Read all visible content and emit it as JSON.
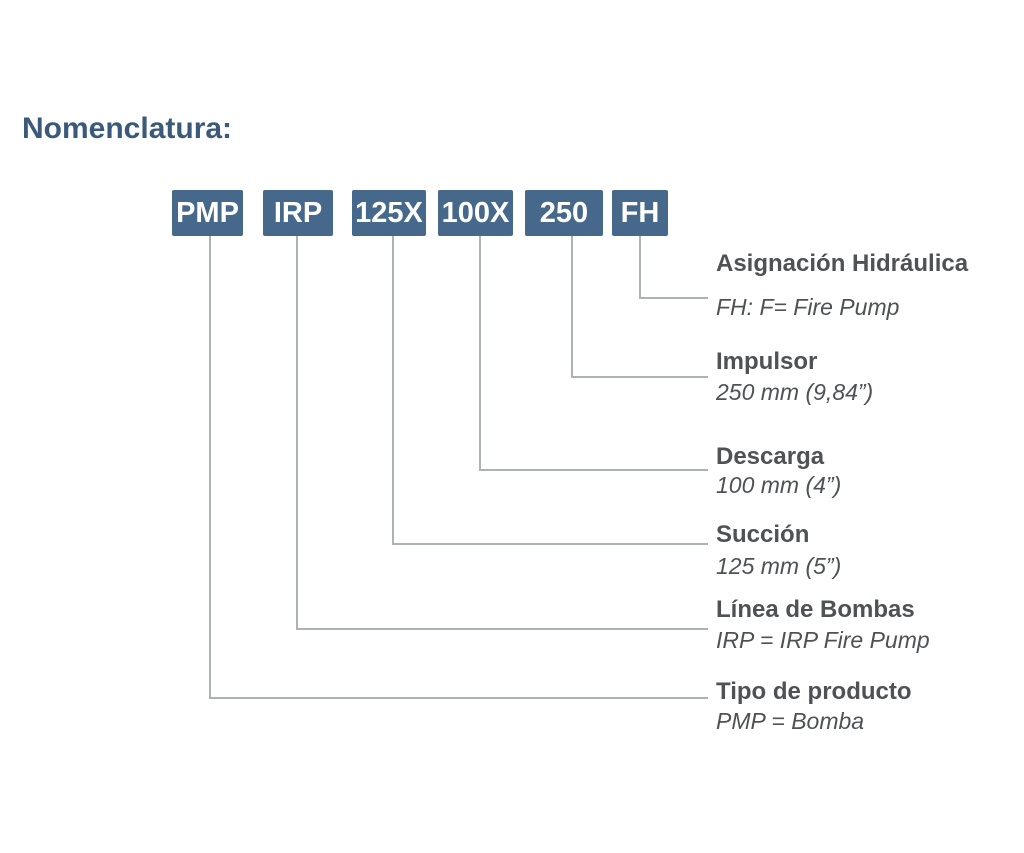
{
  "title": "Nomenclatura:",
  "segments": [
    {
      "code": "PMP",
      "title": "Tipo de producto",
      "detail": "PMP = Bomba"
    },
    {
      "code": "IRP",
      "title": "Línea de Bombas",
      "detail": "IRP = IRP Fire Pump"
    },
    {
      "code": "125X",
      "title": "Succión",
      "detail": "125 mm (5”)"
    },
    {
      "code": "100X",
      "title": "Descarga",
      "detail": "100 mm (4”)"
    },
    {
      "code": "250",
      "title": "Impulsor",
      "detail": "250 mm (9,84”)"
    },
    {
      "code": "FH",
      "title": "Asignación Hidráulica",
      "detail": "FH: F= Fire Pump"
    }
  ],
  "colors": {
    "box_bg": "#46698b",
    "box_text": "#ffffff",
    "title_text": "#3b5a7a",
    "label_text": "#4f5254",
    "line": "#adb2b5"
  }
}
